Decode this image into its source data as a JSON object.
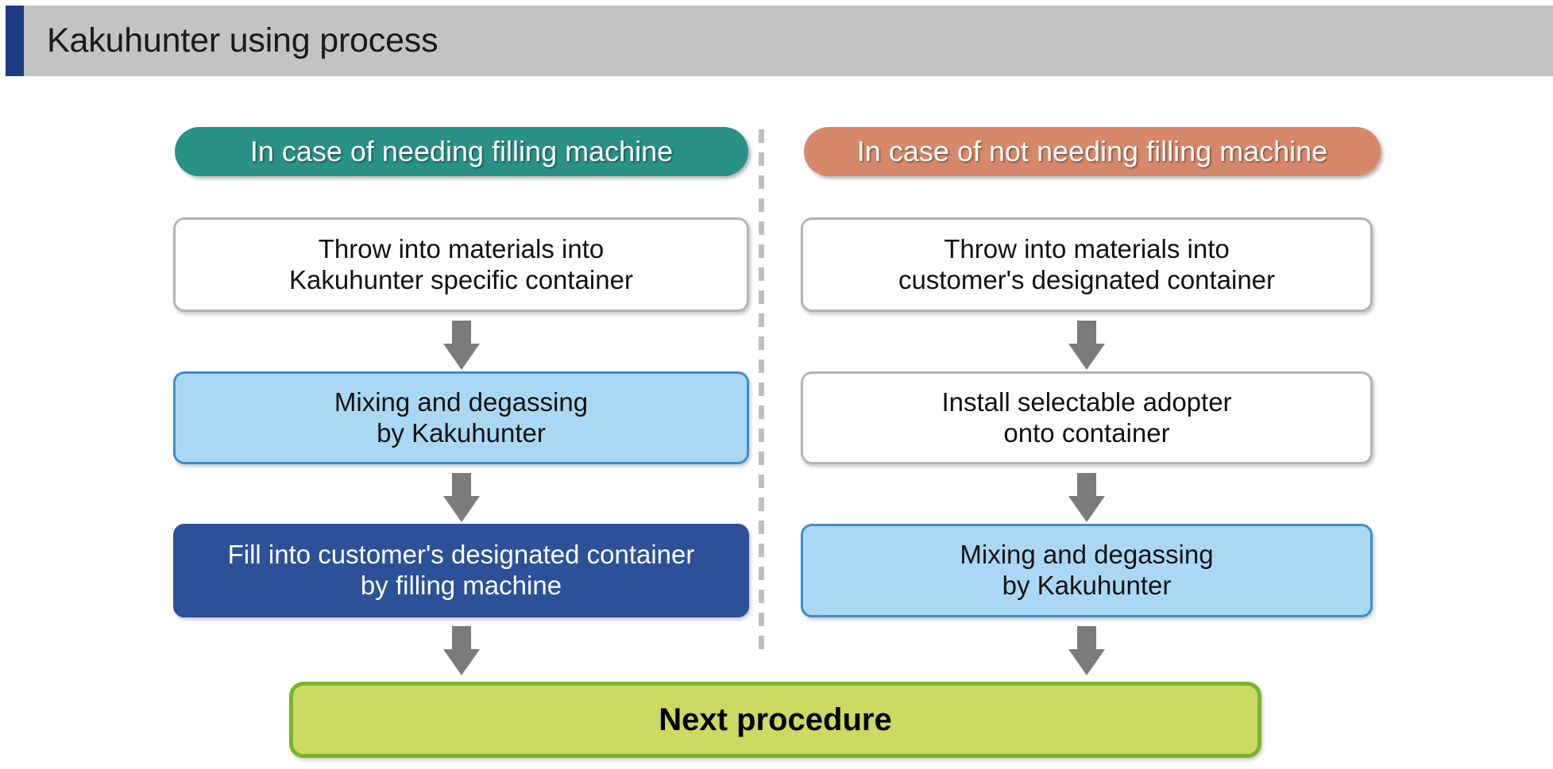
{
  "header": {
    "title": "Kakuhunter using process",
    "accent_color": "#1b3c81",
    "band_color": "#c3c3c3"
  },
  "diagram": {
    "divider": "dashed-vertical-divider",
    "branches": [
      {
        "id": "left",
        "pill_label": "In case of needing filling machine",
        "pill_color": "#2a9185",
        "steps": [
          {
            "label": "Throw into materials into\nKakuhunter specific container",
            "style": "plain"
          },
          {
            "label": "Mixing and degassing\nby Kakuhunter",
            "style": "lightblue"
          },
          {
            "label": "Fill into customer's designated container\nby filling machine",
            "style": "darkblue"
          }
        ]
      },
      {
        "id": "right",
        "pill_label": "In case of not needing filling machine",
        "pill_color": "#d8886a",
        "steps": [
          {
            "label": "Throw into materials into\ncustomer's designated container",
            "style": "plain"
          },
          {
            "label": "Install selectable adopter\nonto container",
            "style": "plain"
          },
          {
            "label": "Mixing and degassing\nby Kakuhunter",
            "style": "lightblue"
          }
        ]
      }
    ],
    "arrow_color": "#7b7b7b",
    "final": {
      "label": "Next procedure",
      "fill_color": "#ccd962",
      "border_color": "#77b628"
    }
  }
}
